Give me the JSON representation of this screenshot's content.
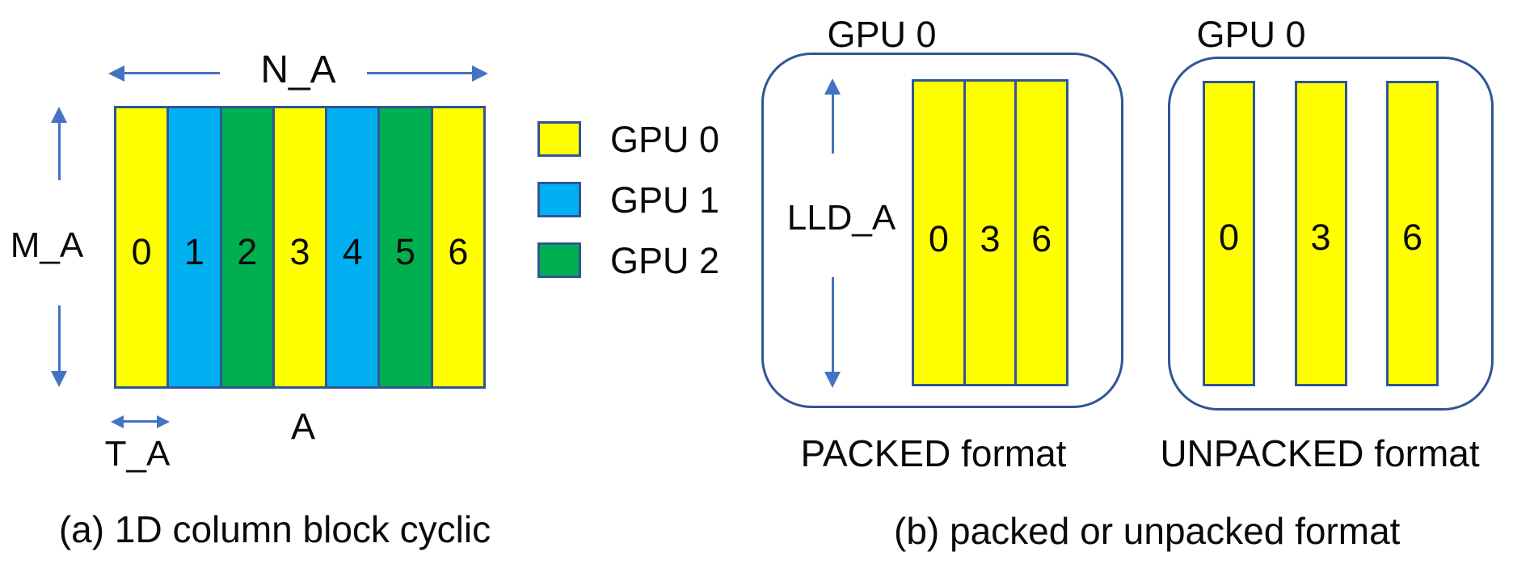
{
  "colors": {
    "gpu0": "#FFFF00",
    "gpu1": "#00B0F0",
    "gpu2": "#00B050",
    "outline": "#2F5597",
    "arrow": "#4472C4",
    "text": "#0a0a0a"
  },
  "panel_a": {
    "caption": "(a) 1D column block cyclic",
    "labels": {
      "n": "N_A",
      "m": "M_A",
      "t": "T_A",
      "matrix": "A"
    },
    "columns": [
      {
        "label": "0",
        "gpu": 0
      },
      {
        "label": "1",
        "gpu": 1
      },
      {
        "label": "2",
        "gpu": 2
      },
      {
        "label": "3",
        "gpu": 0
      },
      {
        "label": "4",
        "gpu": 1
      },
      {
        "label": "5",
        "gpu": 2
      },
      {
        "label": "6",
        "gpu": 0
      }
    ],
    "legend": [
      {
        "label": "GPU 0",
        "gpu": 0
      },
      {
        "label": "GPU 1",
        "gpu": 1
      },
      {
        "label": "GPU 2",
        "gpu": 2
      }
    ]
  },
  "panel_b": {
    "caption": "(b) packed or unpacked format",
    "packed": {
      "title": "GPU 0",
      "dim_label": "LLD_A",
      "format_label": "PACKED format",
      "columns": [
        {
          "label": "0",
          "gpu": 0
        },
        {
          "label": "3",
          "gpu": 0
        },
        {
          "label": "6",
          "gpu": 0
        }
      ]
    },
    "unpacked": {
      "title": "GPU 0",
      "format_label": "UNPACKED format",
      "columns": [
        {
          "label": "0",
          "gpu": 0
        },
        {
          "label": "3",
          "gpu": 0
        },
        {
          "label": "6",
          "gpu": 0
        }
      ]
    }
  }
}
